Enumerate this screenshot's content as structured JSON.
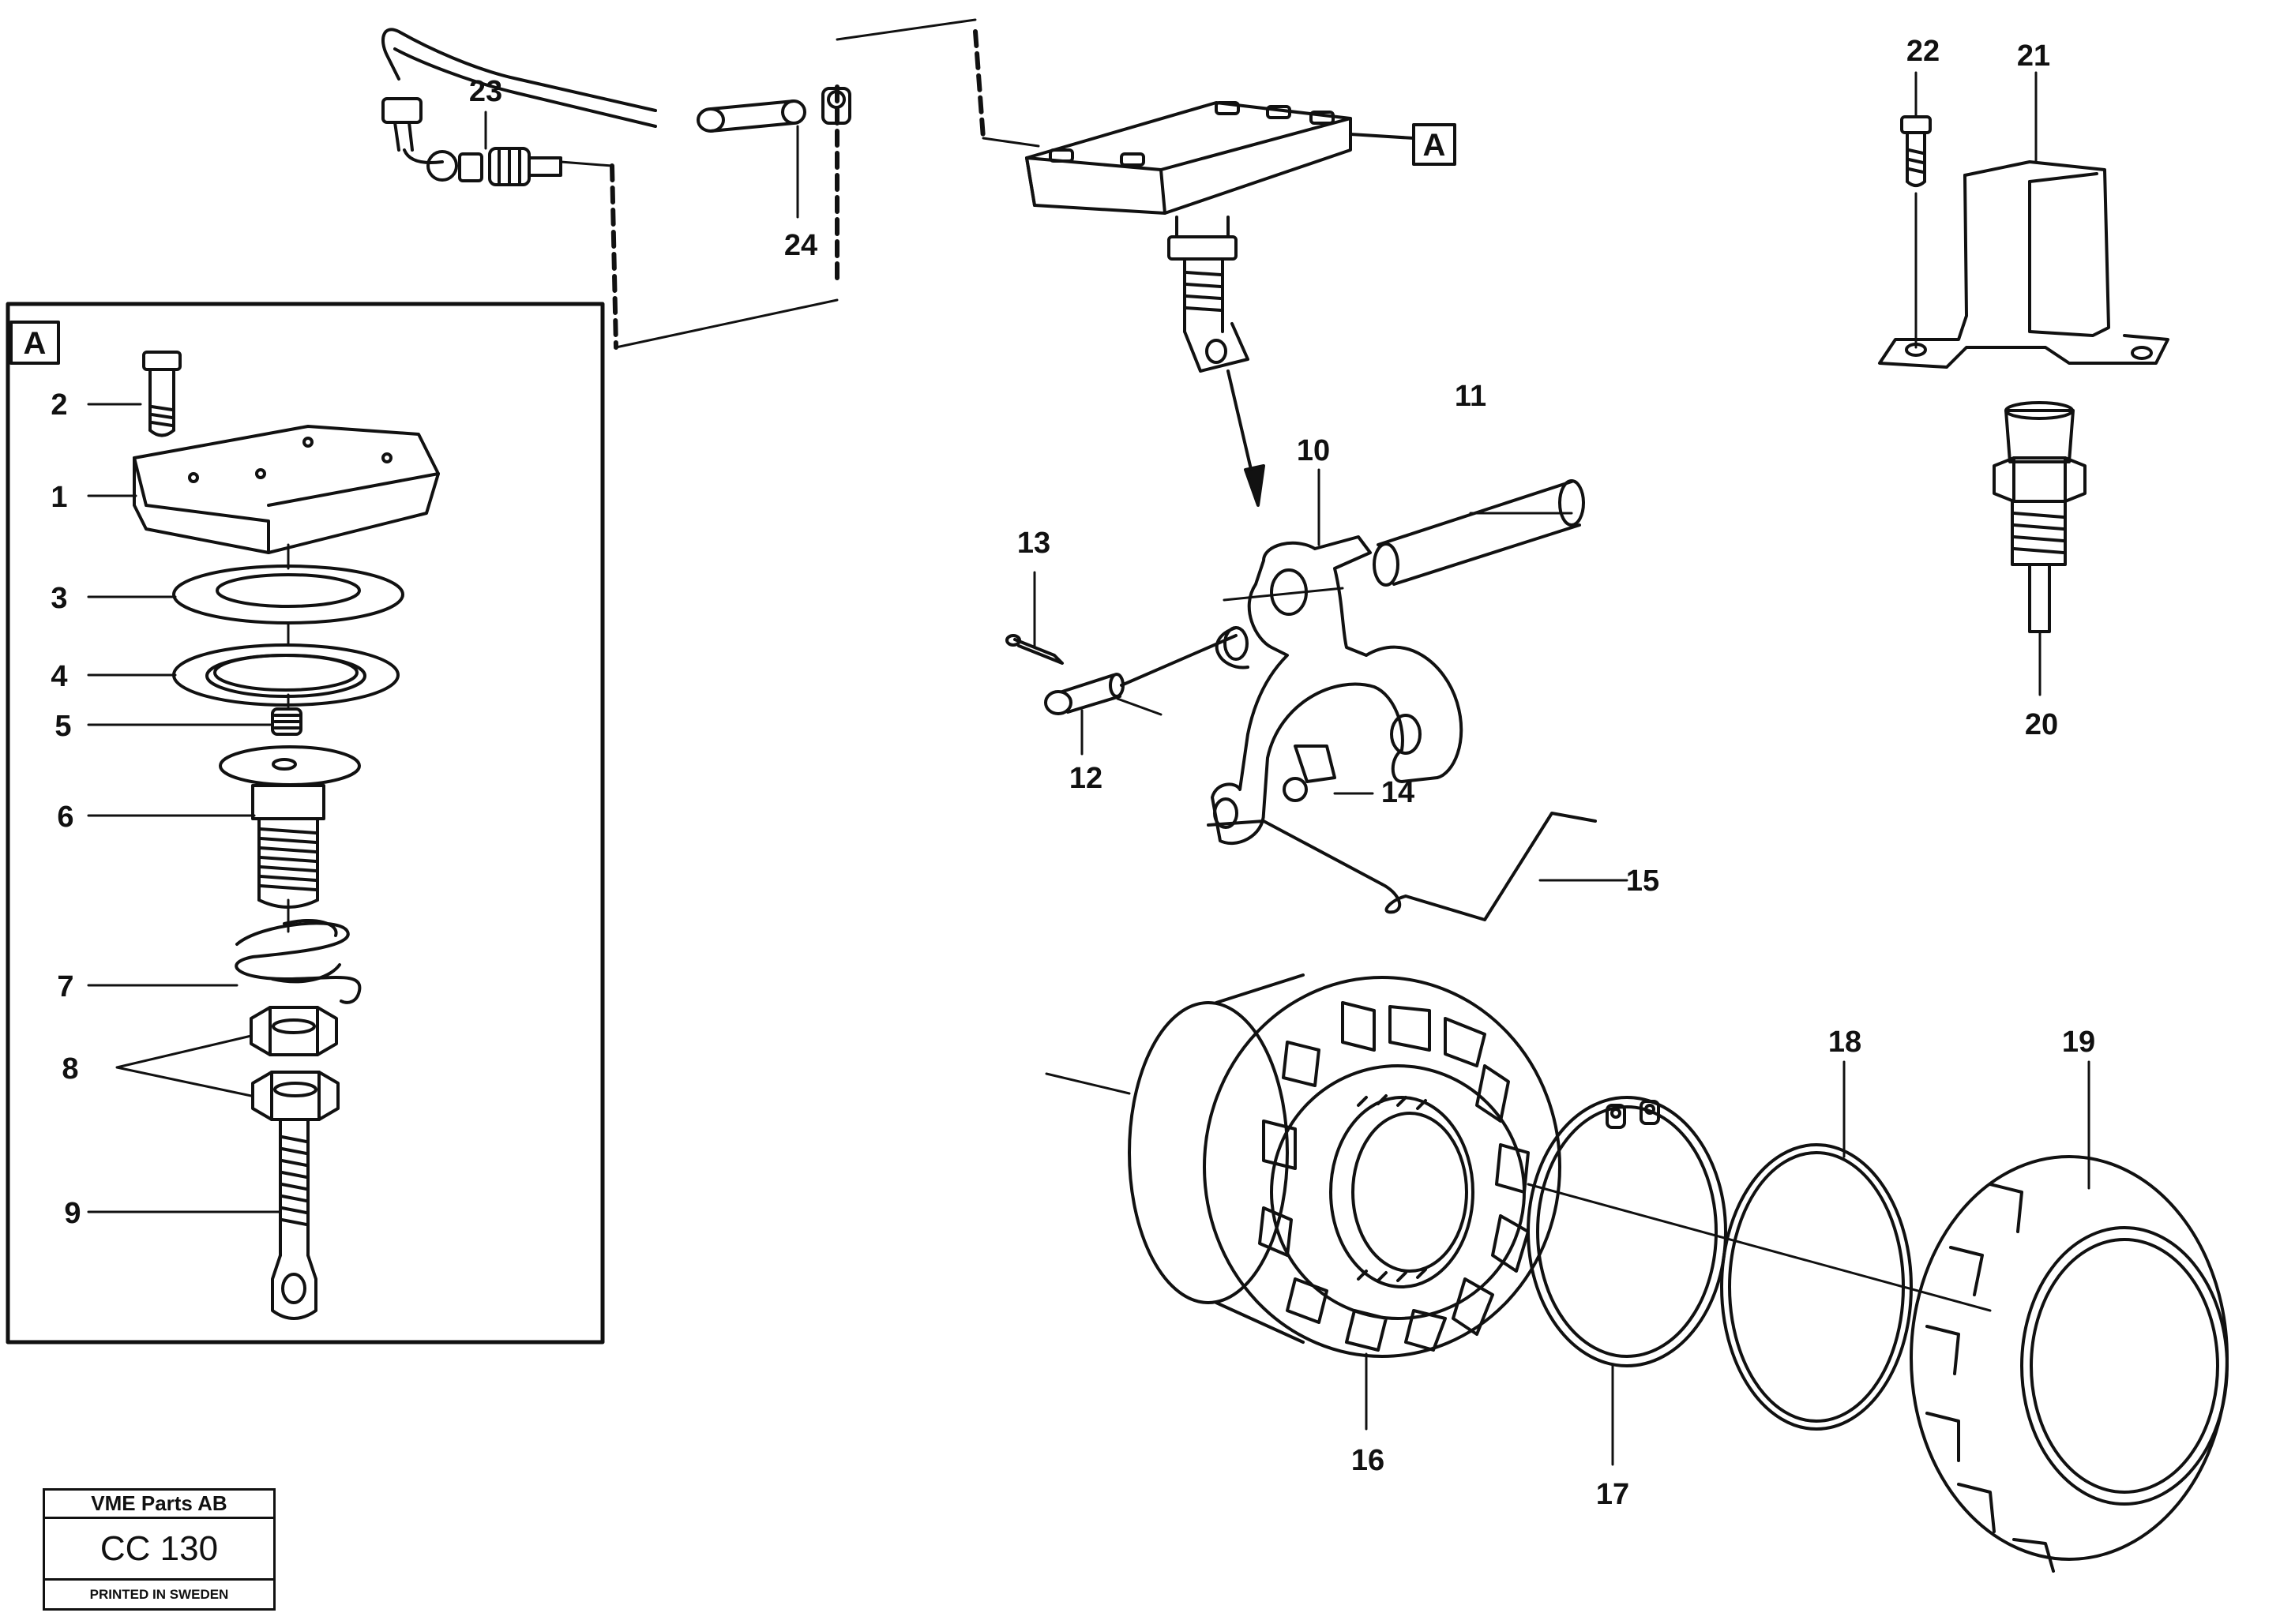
{
  "frame_tag": "A",
  "ref_tag": "A",
  "callouts": [
    {
      "id": "1",
      "label": "1"
    },
    {
      "id": "2",
      "label": "2"
    },
    {
      "id": "3",
      "label": "3"
    },
    {
      "id": "4",
      "label": "4"
    },
    {
      "id": "5",
      "label": "5"
    },
    {
      "id": "6",
      "label": "6"
    },
    {
      "id": "7",
      "label": "7"
    },
    {
      "id": "8",
      "label": "8"
    },
    {
      "id": "9",
      "label": "9"
    },
    {
      "id": "10",
      "label": "10"
    },
    {
      "id": "11",
      "label": "11"
    },
    {
      "id": "12",
      "label": "12"
    },
    {
      "id": "13",
      "label": "13"
    },
    {
      "id": "14",
      "label": "14"
    },
    {
      "id": "15",
      "label": "15"
    },
    {
      "id": "16",
      "label": "16"
    },
    {
      "id": "17",
      "label": "17"
    },
    {
      "id": "18",
      "label": "18"
    },
    {
      "id": "19",
      "label": "19"
    },
    {
      "id": "20",
      "label": "20"
    },
    {
      "id": "21",
      "label": "21"
    },
    {
      "id": "22",
      "label": "22"
    },
    {
      "id": "23",
      "label": "23"
    },
    {
      "id": "24",
      "label": "24"
    }
  ],
  "stamp": {
    "company": "VME Parts AB",
    "code": "CC 130",
    "printed": "PRINTED IN SWEDEN"
  }
}
